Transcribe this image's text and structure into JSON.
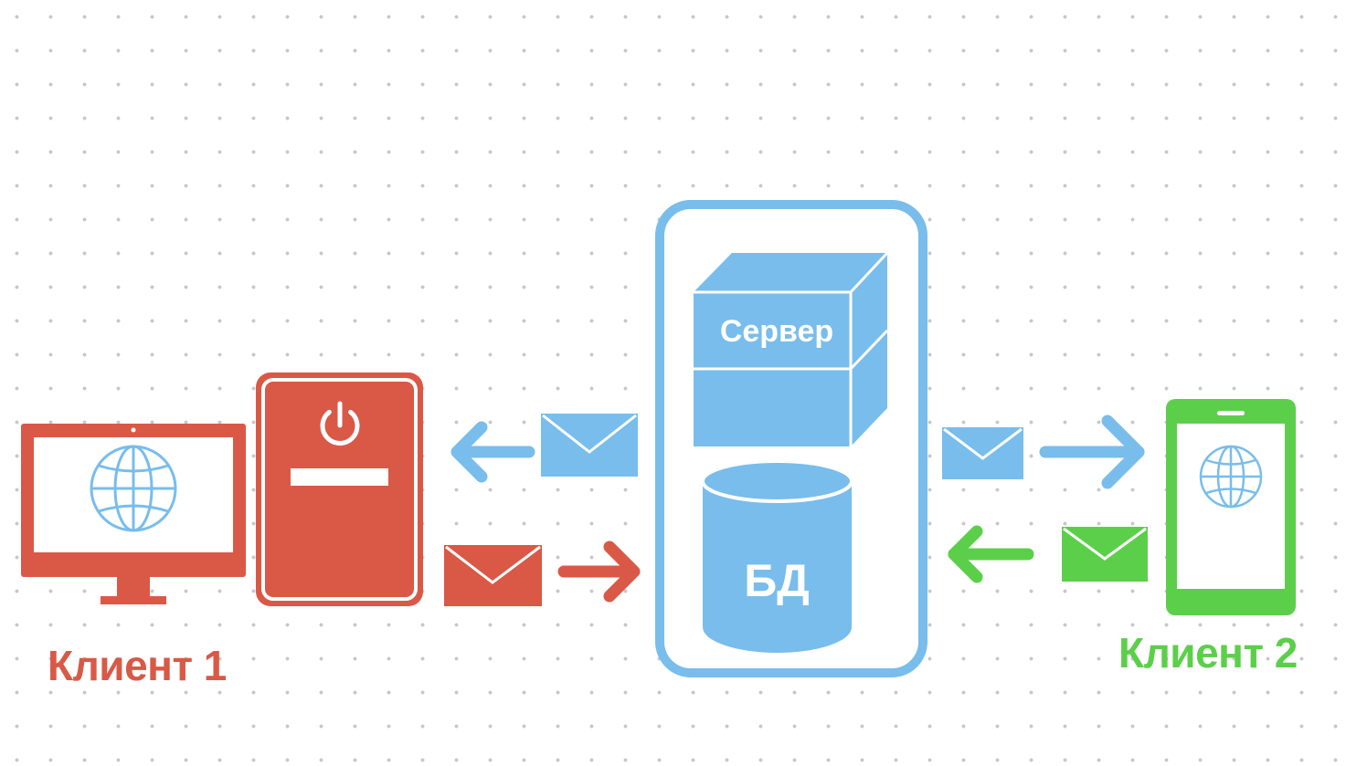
{
  "colors": {
    "client1": "#d95946",
    "client2": "#5ccf4a",
    "server": "#78bdec",
    "white": "#ffffff"
  },
  "client1": {
    "label": "Клиент 1",
    "monitor_icon": "monitor-globe-icon",
    "tower_icon": "tower-power-icon"
  },
  "client2": {
    "label": "Клиент 2",
    "phone_icon": "phone-globe-icon"
  },
  "server_block": {
    "server_label": "Сервер",
    "db_label": "БД",
    "server_icon": "box-icon",
    "db_icon": "database-icon"
  },
  "messages": [
    {
      "icon": "envelope-icon",
      "from": "Сервер",
      "to": "Клиент 1",
      "color": "#78bdec"
    },
    {
      "icon": "envelope-icon",
      "from": "Клиент 1",
      "to": "Сервер",
      "color": "#d95946"
    },
    {
      "icon": "envelope-icon",
      "from": "Сервер",
      "to": "Клиент 2",
      "color": "#78bdec"
    },
    {
      "icon": "envelope-icon",
      "from": "Клиент 2",
      "to": "Сервер",
      "color": "#5ccf4a"
    }
  ]
}
